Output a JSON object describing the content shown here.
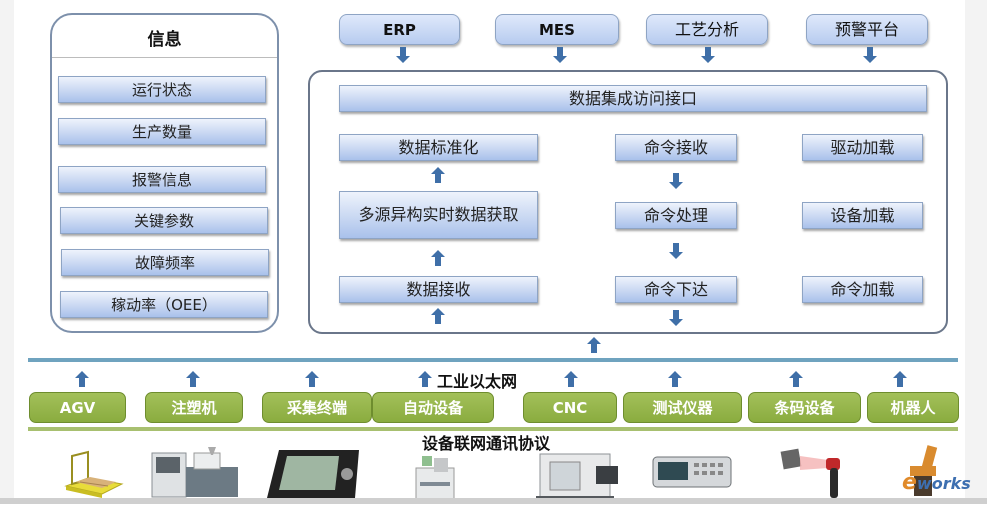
{
  "info_panel": {
    "title": "信息",
    "items": [
      "运行状态",
      "生产数量",
      "报警信息",
      "关键参数",
      "故障频率",
      "稼动率（OEE）"
    ]
  },
  "top_systems": [
    "ERP",
    "MES",
    "工艺分析",
    "预警平台"
  ],
  "main_panel": {
    "interface_bar": "数据集成访问接口",
    "data_column": [
      "数据标准化",
      "多源异构实时数据获取",
      "数据接收"
    ],
    "command_column": [
      "命令接收",
      "命令处理",
      "命令下达"
    ],
    "load_column": [
      "驱动加载",
      "设备加载",
      "命令加载"
    ]
  },
  "network": {
    "ethernet_label": "工业以太网",
    "protocol_label": "设备联网通讯协议"
  },
  "devices": [
    "AGV",
    "注塑机",
    "采集终端",
    "自动设备",
    "CNC",
    "测试仪器",
    "条码设备",
    "机器人"
  ],
  "device_images": [
    "agv-image",
    "injection-molding-machine-image",
    "collection-terminal-image",
    "automatic-equipment-image",
    "cnc-machine-image",
    "test-instrument-image",
    "barcode-scanner-image",
    "robot-arm-image"
  ],
  "watermark": {
    "prefix": "e",
    "text": "works"
  },
  "colors": {
    "blue_box": "#c9d8f2",
    "arrow_blue": "#3f6fa8",
    "device_green": "#8aac3f",
    "ethernet_line": "#6fa3bf",
    "protocol_line": "#a8c070"
  }
}
